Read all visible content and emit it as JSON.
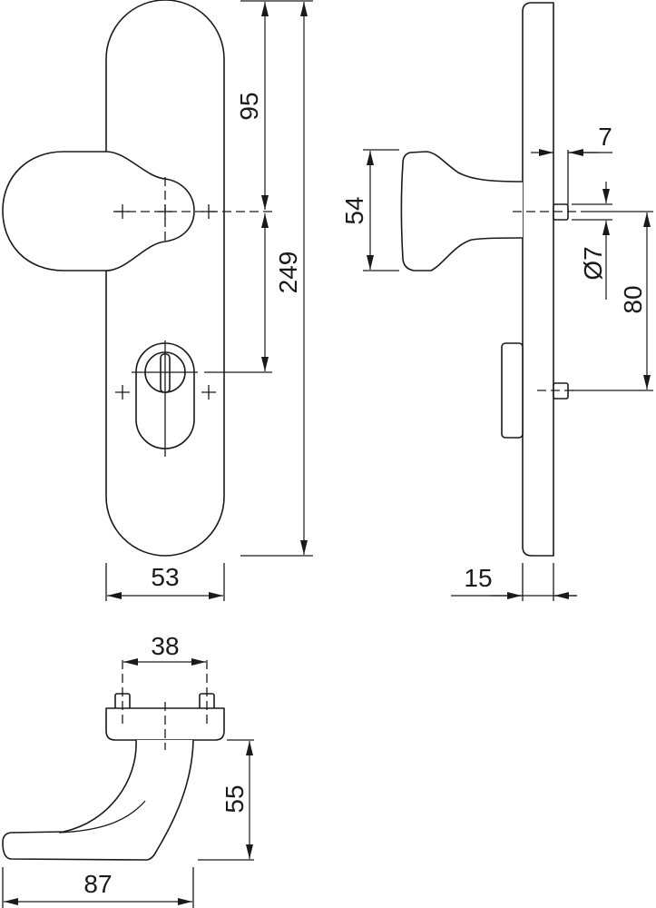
{
  "drawing": {
    "front_view": {
      "height_95": "95",
      "height_249": "249",
      "width_53": "53"
    },
    "side_view": {
      "knob_54": "54",
      "pin_7": "7",
      "pin_dia": "Ø7",
      "spacing_80": "80",
      "thickness_15": "15"
    },
    "lever_view": {
      "spacing_38": "38",
      "height_55": "55",
      "length_87": "87"
    }
  }
}
